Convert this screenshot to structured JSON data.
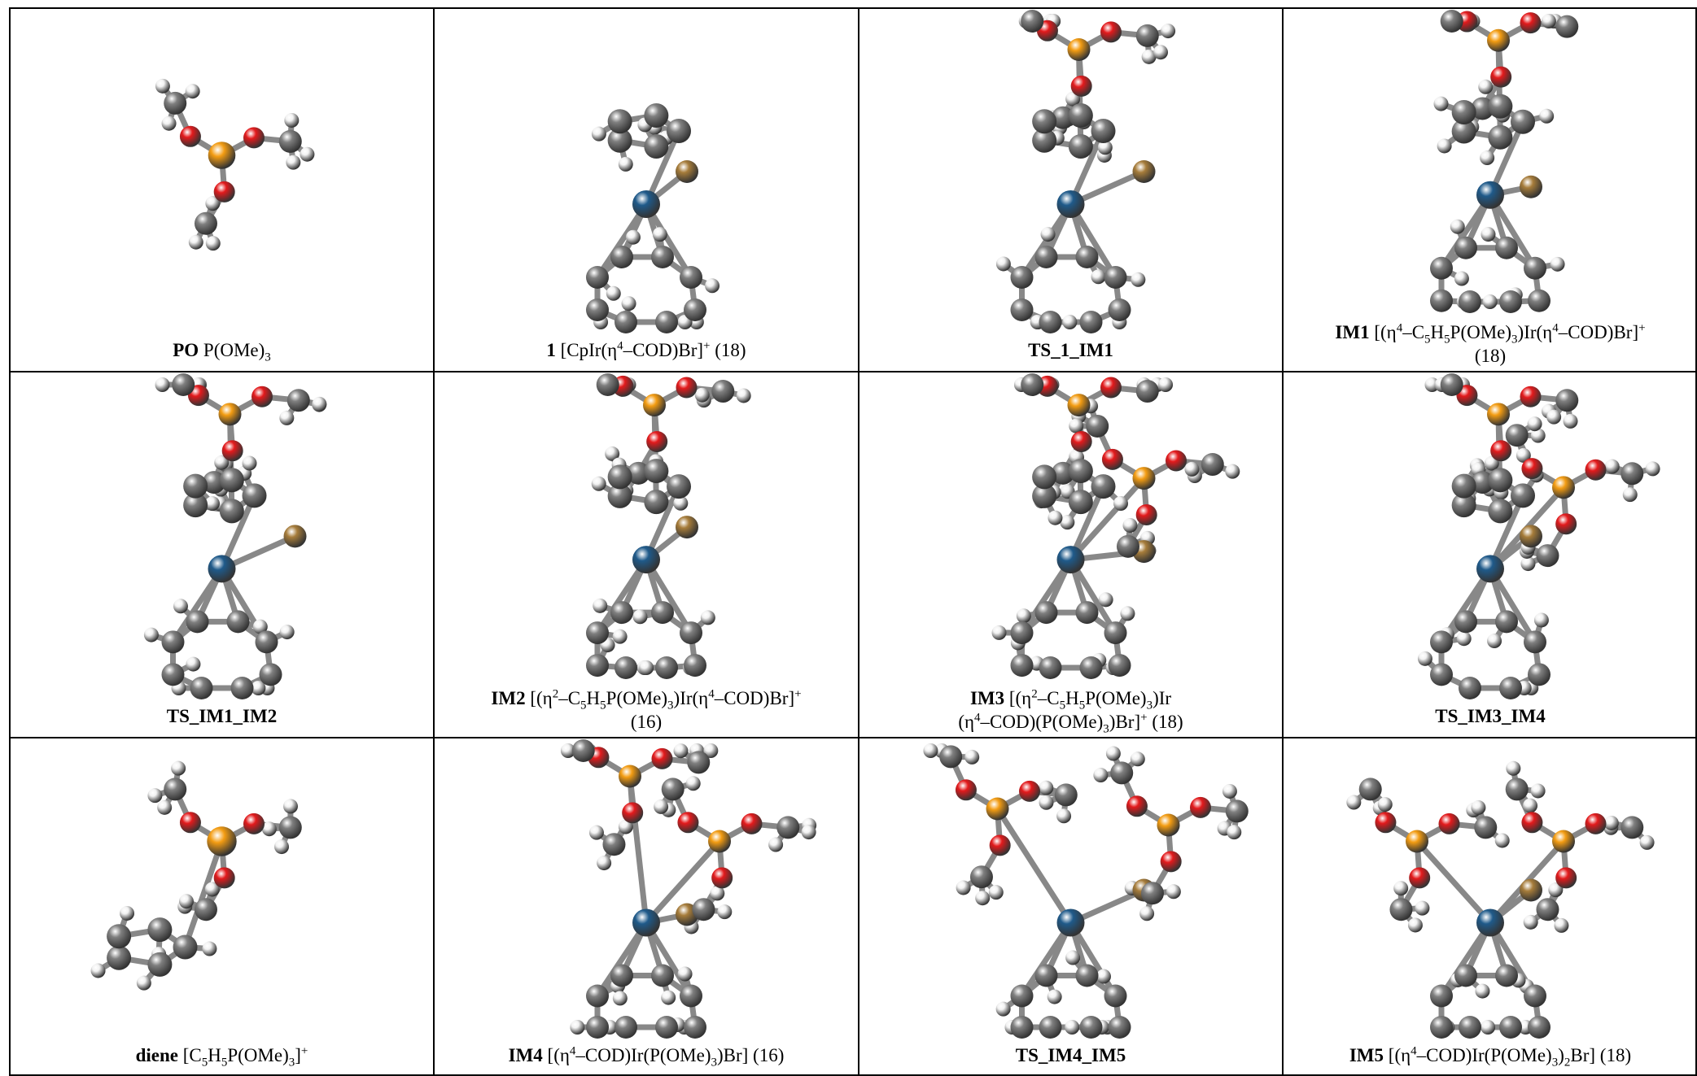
{
  "cells": [
    {
      "id": "PO",
      "bold": "PO",
      "caption": "P(OMe)<sub>3</sub>",
      "cap2": ""
    },
    {
      "id": "1",
      "bold": "1",
      "caption": "[CpIr(η<sup>4</sup>–COD)Br]<sup>+</sup> (18)",
      "cap2": ""
    },
    {
      "id": "TS_1_IM1",
      "bold": "TS_1_IM1",
      "caption": "",
      "cap2": ""
    },
    {
      "id": "IM1",
      "bold": "IM1",
      "caption": "[(η<sup>4</sup>–C<sub>5</sub>H<sub>5</sub>P(OMe)<sub>3</sub>)Ir(η<sup>4</sup>–COD)Br]<sup>+</sup>",
      "cap2": "(18)"
    },
    {
      "id": "TS_IM1_IM2",
      "bold": "TS_IM1_IM2",
      "caption": "",
      "cap2": ""
    },
    {
      "id": "IM2",
      "bold": "IM2",
      "caption": "[(η<sup>2</sup>–C<sub>5</sub>H<sub>5</sub>P(OMe)<sub>3</sub>)Ir(η<sup>4</sup>–COD)Br]<sup>+</sup>",
      "cap2": "(16)"
    },
    {
      "id": "IM3",
      "bold": "IM3",
      "caption": "[(η<sup>2</sup>–C<sub>5</sub>H<sub>5</sub>P(OMe)<sub>3</sub>)Ir",
      "cap2": "(η<sup>4</sup>–COD)(P(OMe)<sub>3</sub>)Br]<sup>+</sup> (18)"
    },
    {
      "id": "TS_IM3_IM4",
      "bold": "TS_IM3_IM4",
      "caption": "",
      "cap2": ""
    },
    {
      "id": "diene",
      "bold": "diene",
      "caption": "[C<sub>5</sub>H<sub>5</sub>P(OMe)<sub>3</sub>]<sup>+</sup>",
      "cap2": ""
    },
    {
      "id": "IM4",
      "bold": "IM4",
      "caption": "[(η<sup>4</sup>–COD)Ir(P(OMe)<sub>3</sub>)Br] (16)",
      "cap2": ""
    },
    {
      "id": "TS_IM4_IM5",
      "bold": "TS_IM4_IM5",
      "caption": "",
      "cap2": ""
    },
    {
      "id": "IM5",
      "bold": "IM5",
      "caption": "[(η<sup>4</sup>–COD)Ir(P(OMe)<sub>3</sub>)<sub>2</sub>Br] (18)",
      "cap2": ""
    }
  ],
  "element_colors": {
    "C": "#7f7f7f",
    "H": "#f2f2f2",
    "O": "#e31a1c",
    "P": "#f39c12",
    "Ir": "#1f5a8a",
    "Br": "#a67c3a"
  }
}
